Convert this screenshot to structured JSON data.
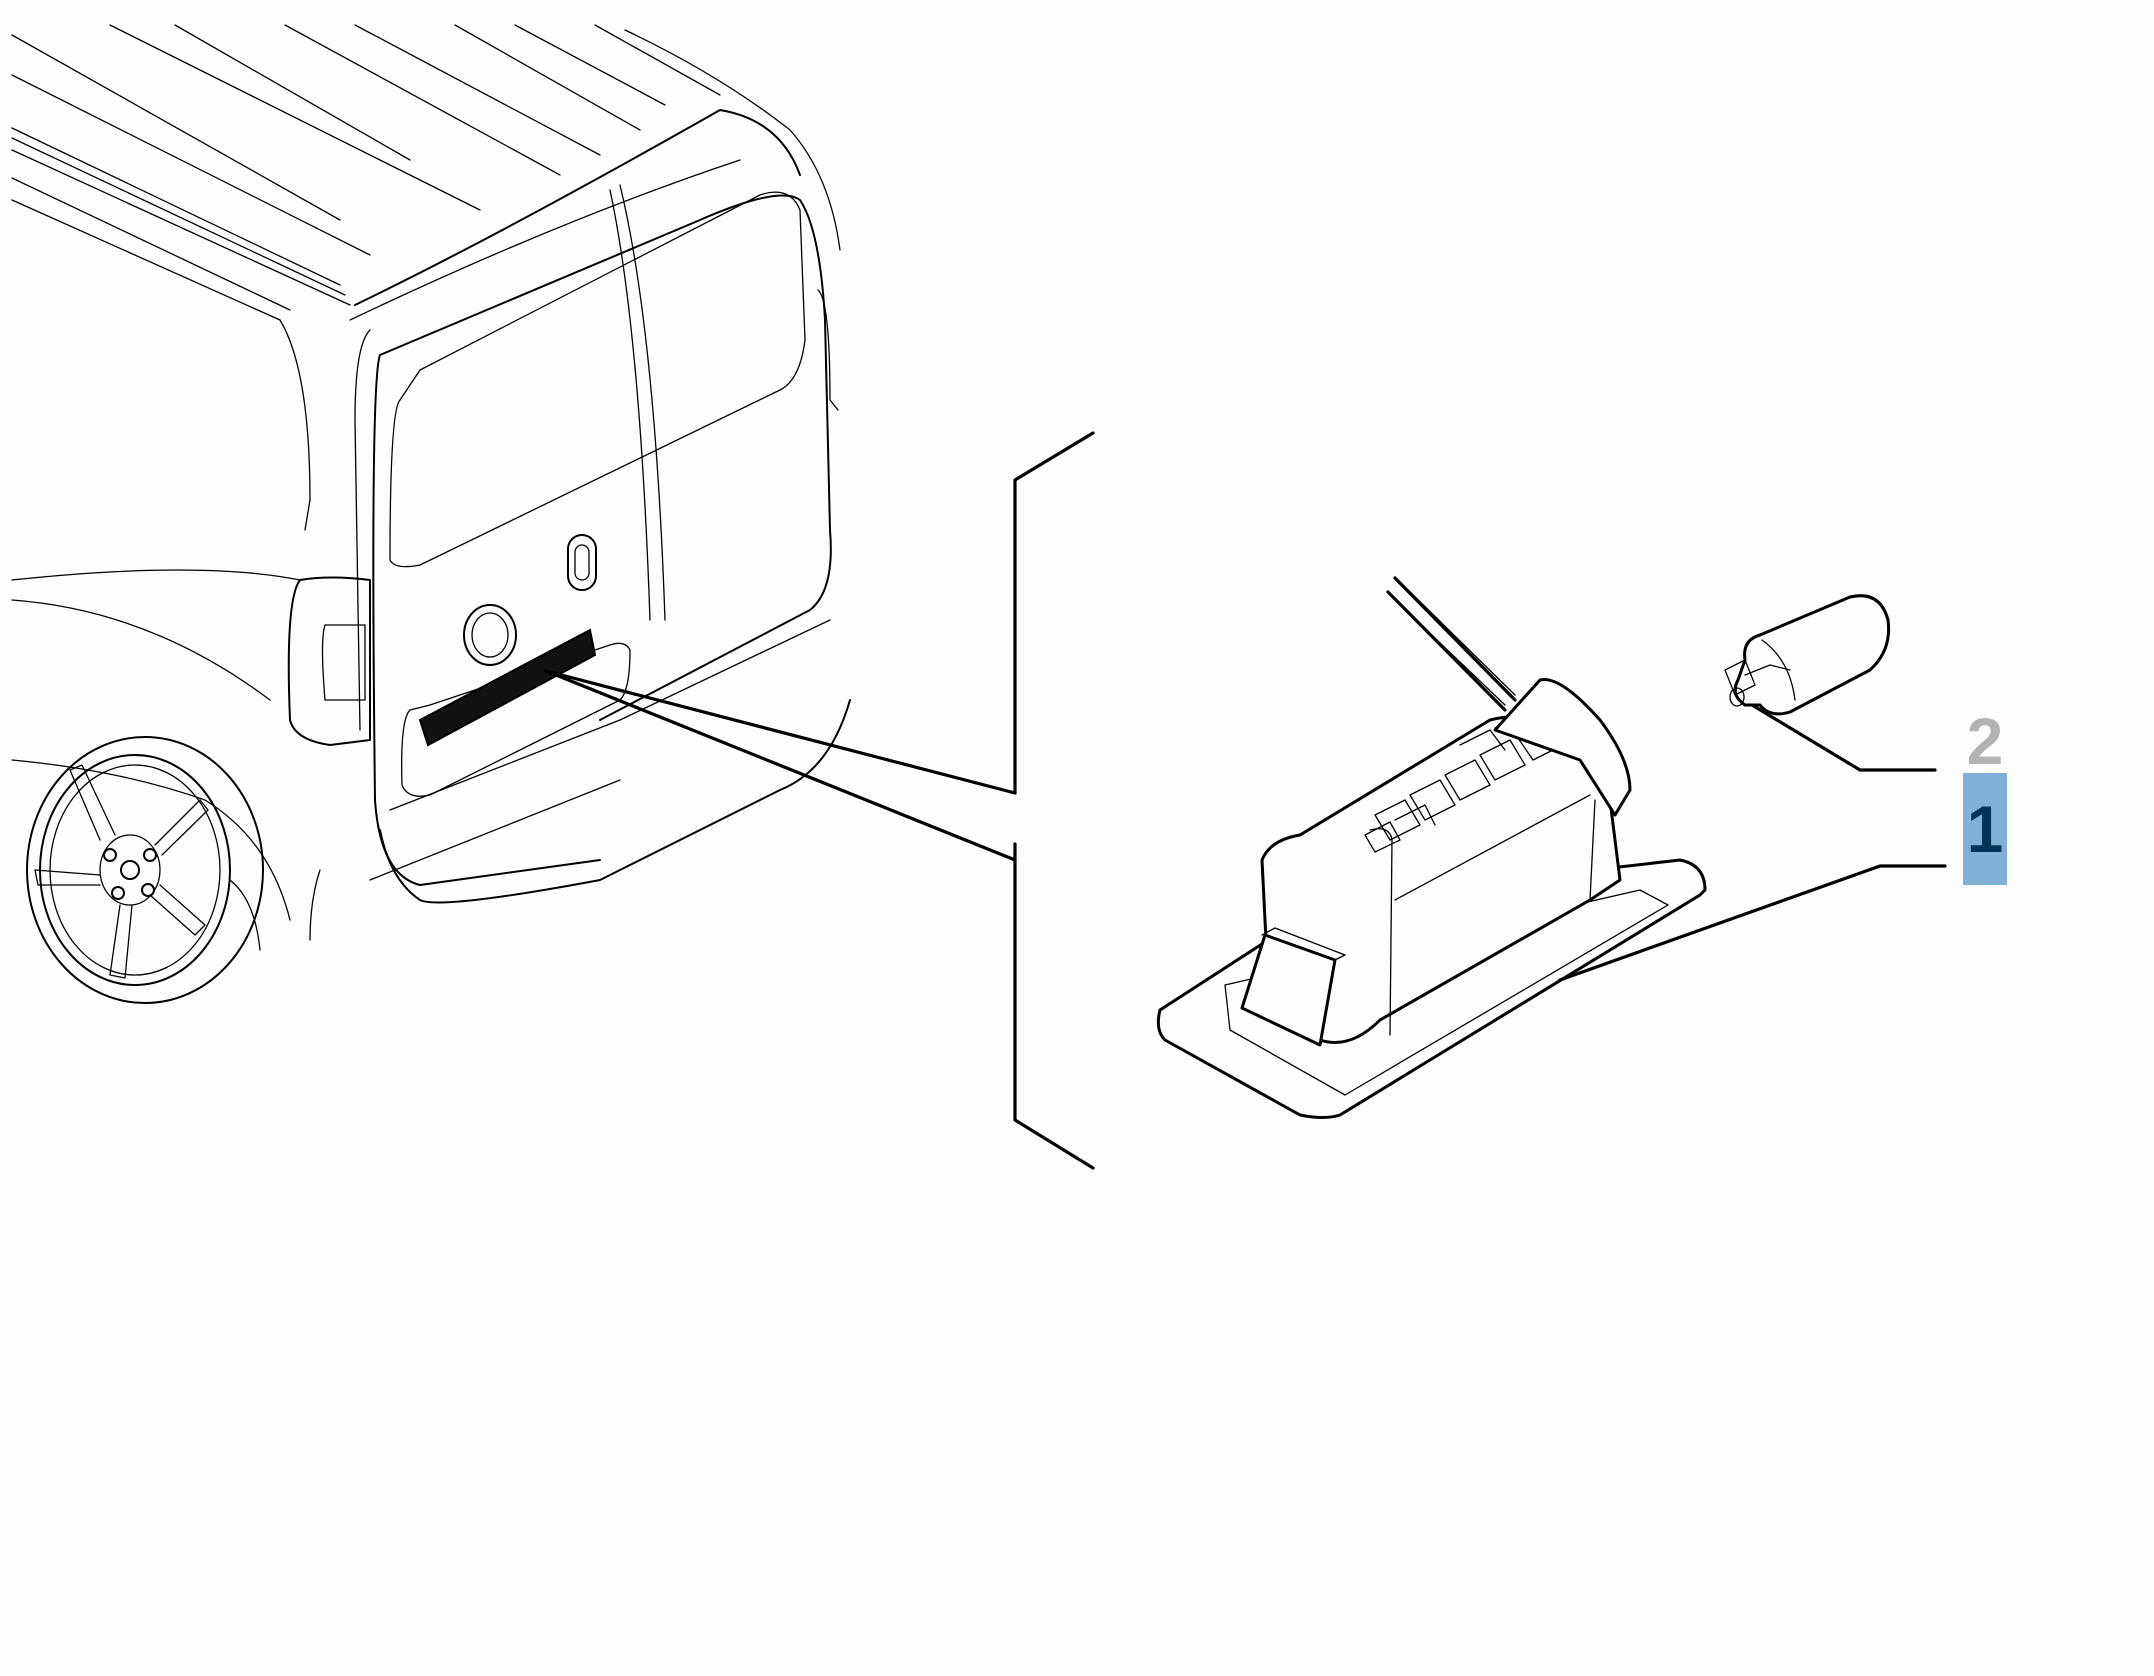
{
  "diagram": {
    "type": "exploded parts diagram",
    "subject": "Rear van license plate lamp assembly",
    "callouts": [
      {
        "id": "2",
        "label": "2",
        "part": "bulb",
        "state": "unselected",
        "color": "#b3b3b3"
      },
      {
        "id": "1",
        "label": "1",
        "part": "license-plate-lamp",
        "state": "selected",
        "color": "#003356",
        "highlight": "#7fb1d6"
      }
    ]
  }
}
